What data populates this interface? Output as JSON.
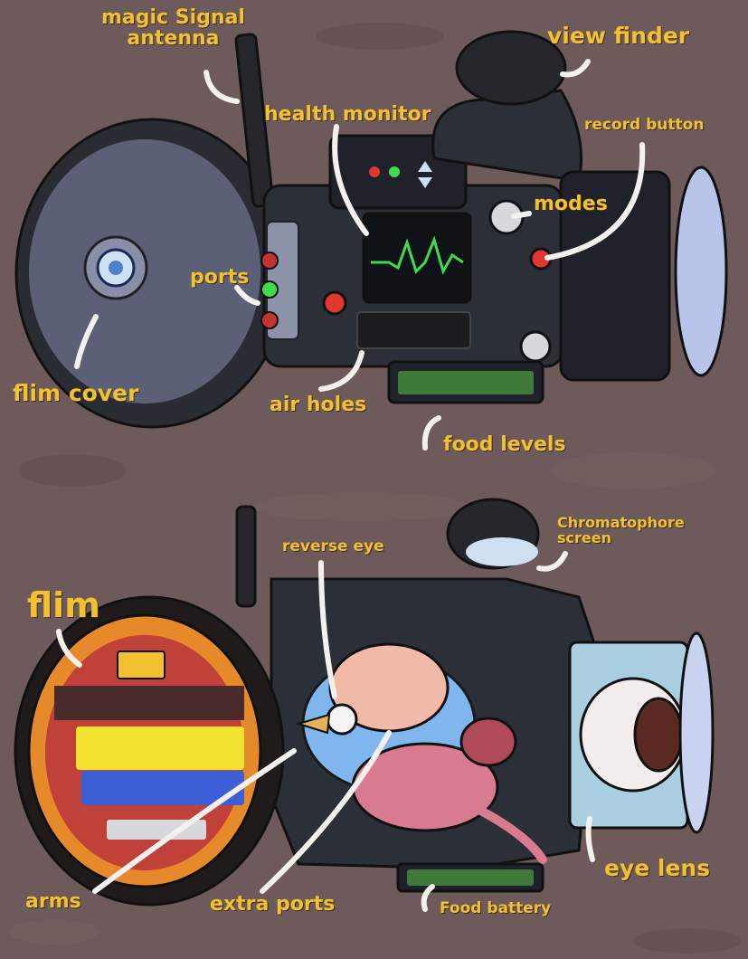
{
  "colors": {
    "background": "#6e5a5a",
    "label": "#f2c12e",
    "camera_body": "#2b2f38",
    "screen_wave": "#3ddc4a",
    "film_orange": "#e6892b",
    "film_red": "#c0403a"
  },
  "labels": {
    "antenna": "magic Signal\nantenna",
    "view_finder": "view finder",
    "health_monitor": "health monitor",
    "record_button": "record button",
    "modes": "modes",
    "ports": "ports",
    "film_cover": "flim cover",
    "air_holes": "air holes",
    "food_levels": "food levels",
    "reverse_eye": "reverse eye",
    "chromatophore": "Chromatophore\nscreen",
    "film": "flim",
    "arms": "arms",
    "extra_ports": "extra ports",
    "food_battery": "Food battery",
    "eye_lens": "eye lens"
  },
  "icons": {
    "top_camera": "camera-exterior",
    "bottom_camera": "camera-cutaway",
    "brain": "brain-organ",
    "eye": "eyeball"
  }
}
